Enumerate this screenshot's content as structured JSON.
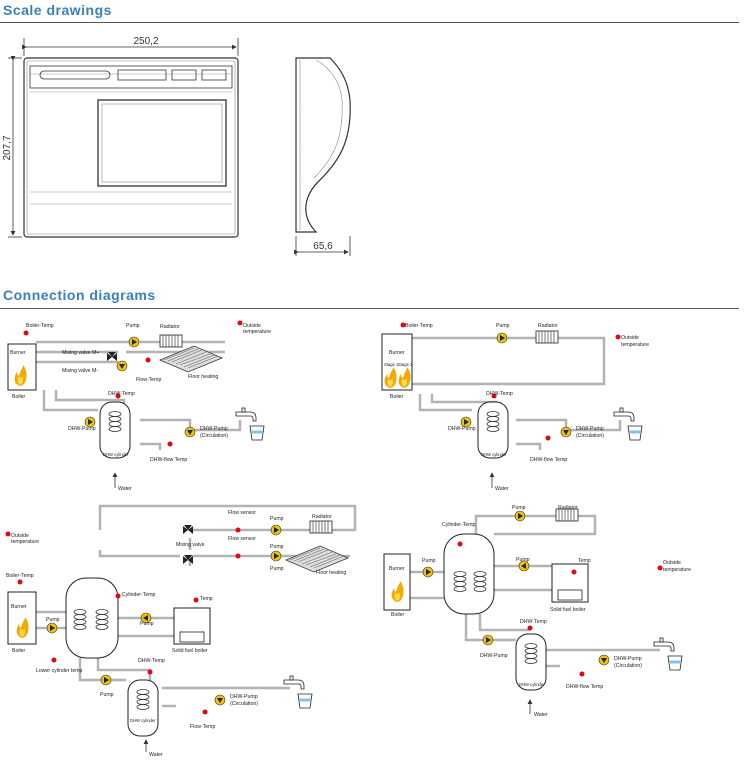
{
  "colors": {
    "title": "#3a7fc1",
    "rule": "#555555",
    "pipe": "#b3b3b3",
    "sensor": "#e30613",
    "pump": "#f0c400",
    "flame": "#f5a800"
  },
  "headings": {
    "scale": "Scale drawings",
    "connection": "Connection diagrams"
  },
  "dimensions": {
    "width": "250,2",
    "height": "207,7",
    "depth": "65,6"
  },
  "diagram1": {
    "boiler_temp": "Boiler-Temp",
    "burner": "Burner",
    "boiler": "Boiler",
    "pump": "Pump",
    "radiator": "Radiator",
    "outside_temperature": [
      "Outside",
      "temperature"
    ],
    "mixing_valve_plus": "Mixing valve M+",
    "mixing_valve_minus": "Mixing valve M-",
    "flow_temp": "Flow-Temp",
    "floor_heating": "Floor heating",
    "dhw_temp": "DHW-Temp",
    "dhw_pump": "DHW-Pump",
    "dhw_pump_circ": [
      "DHW-Pump",
      "(Circulation)"
    ],
    "dhw_cylinder": "DHW cylinder",
    "dhw_flow_temp": "DHW-flow Temp",
    "water": "Water"
  },
  "diagram2": {
    "boiler_temp": "Boiler-Temp",
    "burner": "Burner",
    "stage1": "Stage 1",
    "stage2": "Stage 2",
    "boiler": "Boiler",
    "pump": "Pump",
    "radiator": "Radiator",
    "outside_temperature": [
      "Outside",
      "temperature"
    ],
    "dhw_temp": "DHW-Temp",
    "dhw_pump": "DHW-Pump",
    "dhw_pump_circ": [
      "DHW-Pump",
      "(Circulation)"
    ],
    "dhw_cylinder": "DHW cylinder",
    "dhw_flow_temp": "DHW-flow Temp",
    "water": "Water"
  },
  "diagram3": {
    "outside_temperature": [
      "Outside",
      "temperature"
    ],
    "boiler_temp": "Boiler-Temp",
    "burner": "Burner",
    "boiler": "Boiler",
    "pump": "Pump",
    "cylinder_temp": "Cylinder-Temp",
    "temp": "Temp",
    "solid_fuel_boiler": "Solid fuel boiler",
    "lower_cylinder_temp": "Lower cylinder temp",
    "mixing_valve": "Mixing valve",
    "flow_sensor": "Flow sensor",
    "radiator": "Radiator",
    "floor_heating": "Floor heating",
    "dhw_temp": "DHW-Temp",
    "dhw_pump_circ": [
      "DHW-Pump",
      "(Circulation)"
    ],
    "dhw_cylinder": "DHW cylinder",
    "flow_temp": "Flow-Temp",
    "water": "Water"
  },
  "diagram4": {
    "cylinder_temp": "Cylinder-Temp",
    "pump": "Pump",
    "radiator": "Radiator",
    "outside_temperature": [
      "Outside",
      "temperature"
    ],
    "burner": "Burner",
    "boiler": "Boiler",
    "temp": "Temp",
    "solid_fuel_boiler": "Solid fuel boiler",
    "dhw_temp": "DHW-Temp",
    "dhw_pump": "DHW-Pump",
    "dhw_pump_circ": [
      "DHW-Pump",
      "(Circulation)"
    ],
    "dhw_cylinder": "DHW cylinder",
    "dhw_flow_temp": "DHW-flow Temp",
    "water": "Water"
  }
}
